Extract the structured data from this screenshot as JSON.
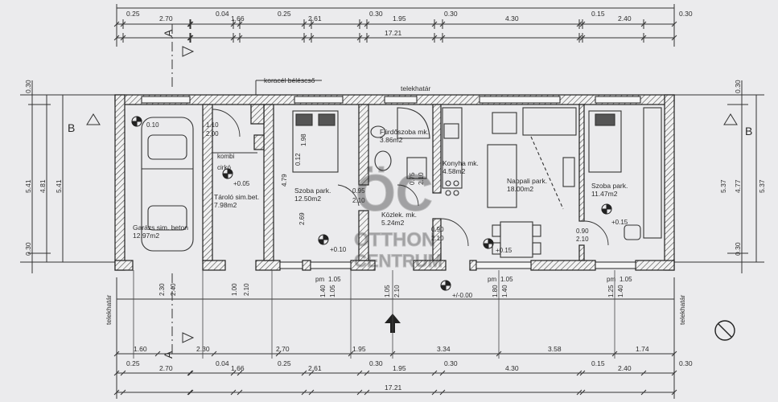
{
  "dims_top_row1": [
    "0.25",
    "2.70",
    "0.04",
    "1.66",
    "0.25",
    "2.61",
    "0.30",
    "1.95",
    "0.30",
    "4.30",
    "0.15",
    "2.40",
    "0.30"
  ],
  "dims_top_total": "17.21",
  "dims_bottom_row1": [
    "1.60",
    "2.30",
    "2.70",
    "1.95",
    "3.34",
    "3.58",
    "1.74"
  ],
  "dims_bottom_row2": [
    "0.25",
    "2.70",
    "0.04",
    "1.66",
    "0.25",
    "2.61",
    "0.30",
    "1.95",
    "0.30",
    "4.30",
    "0.15",
    "2.40",
    "0.30"
  ],
  "dims_bottom_total": "17.21",
  "dims_left": [
    "0.30",
    "5.41",
    "4.81",
    "0.30",
    "5.41"
  ],
  "dims_right": [
    "0.30",
    "4.77",
    "0.30",
    "5.37",
    "5.37"
  ],
  "labels": {
    "fence": "koracél béléscső",
    "boundary": "telekhatár",
    "boundary_left": "telekhatár",
    "boundary_right": "telekhatár",
    "section_a": "A",
    "section_b": "B",
    "level": "+/-0.00"
  },
  "rooms": [
    {
      "name": "Garázs sim. beton",
      "area": "12.97m2"
    },
    {
      "name": "Tároló sim.bet.",
      "area": "7.98m2"
    },
    {
      "name": "Szoba park.",
      "area": "12.50m2"
    },
    {
      "name": "Fürdőszoba mk.",
      "area": "3.86m2"
    },
    {
      "name": "Közlek. mk.",
      "area": "5.24m2"
    },
    {
      "name": "Konyha mk.",
      "area": "4.58m2"
    },
    {
      "name": "Nappali park.",
      "area": "18.00m2"
    },
    {
      "name": "Szoba park.",
      "area": "11.47m2"
    }
  ],
  "annotations": {
    "kombi": "kombi",
    "cirko": "cirkó",
    "garage_level": "0.10",
    "storage_level": "+0.05",
    "room1_level": "+0.10",
    "room3_level": "+0.15",
    "liv_level": "+0.15",
    "open_110": "1.10",
    "open_200": "2.00",
    "bed1_a": "1.98",
    "bed1_b": "0.12",
    "room1_h1": "4.79",
    "room1_h2": "2.69",
    "door_095": "0.95",
    "door_210a": "2.10",
    "door_075": "0.75",
    "door_210b": "2.10",
    "door_090a": "0.90",
    "door_210c": "2.10",
    "door_090b": "0.90",
    "door_210d": "2.10"
  },
  "openings": [
    {
      "top": "pm",
      "w": "1.05",
      "a": "1.40",
      "b": "1.05"
    },
    {
      "top": "",
      "w": "",
      "a": "1.05",
      "b": "2.10"
    },
    {
      "top": "pm",
      "w": "1.05",
      "a": "1.80",
      "b": "1.40"
    },
    {
      "top": "pm",
      "w": "1.05",
      "a": "1.25",
      "b": "1.40"
    }
  ],
  "garage_door": {
    "a": "2.30",
    "b": "2.40"
  },
  "storage_door": {
    "a": "1.00",
    "b": "2.10"
  },
  "watermark": {
    "logo": "ÖC",
    "line1": "OTTHON",
    "line2": "CENTRUM"
  }
}
